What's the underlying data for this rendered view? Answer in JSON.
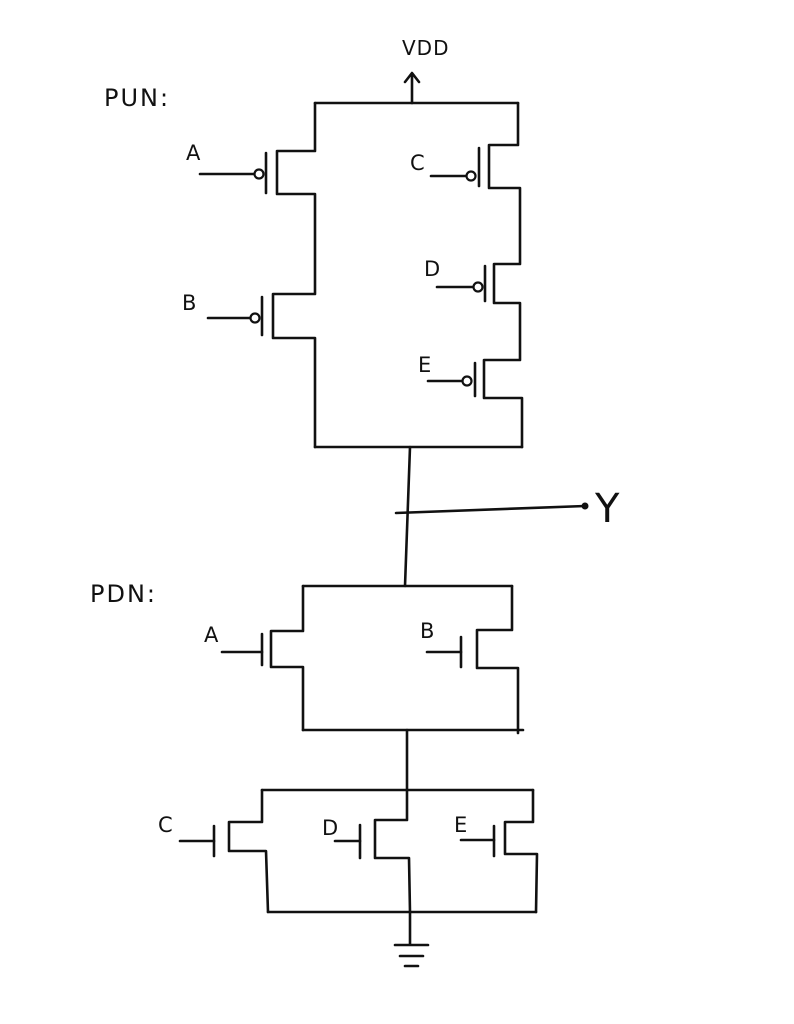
{
  "labels": {
    "pun": "PUN:",
    "pdn": "PDN:",
    "vdd": "VDD",
    "output": "Y"
  },
  "pun_inputs": {
    "a": "A",
    "b": "B",
    "c": "C",
    "d": "D",
    "e": "E"
  },
  "pdn_inputs": {
    "a": "A",
    "b": "B",
    "c": "C",
    "d": "D",
    "e": "E"
  },
  "colors": {
    "ink": "#111111",
    "paper": "#ffffff"
  }
}
